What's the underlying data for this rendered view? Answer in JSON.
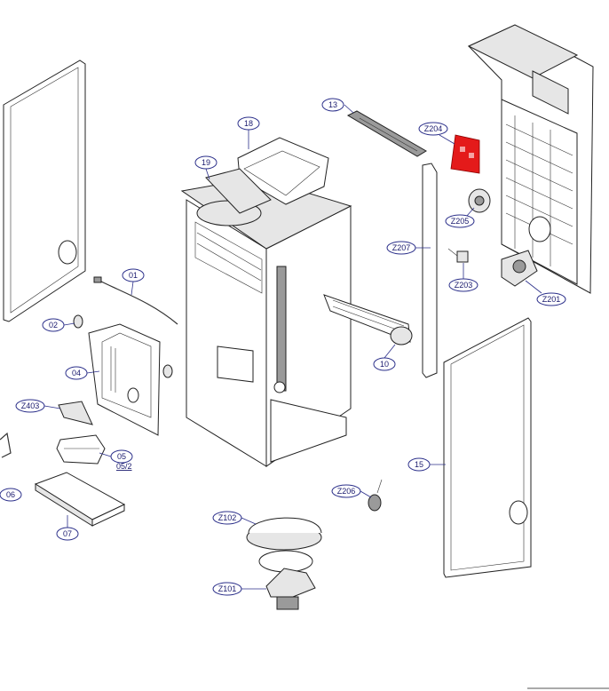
{
  "callouts": {
    "c13": "13",
    "c18": "18",
    "c19": "19",
    "cZ204": "Z204",
    "cZ205": "Z205",
    "cZ207": "Z207",
    "cZ203": "Z203",
    "cZ201": "Z201",
    "c01": "01",
    "c02": "02",
    "c04": "04",
    "cZ403": "Z403",
    "c05": "05",
    "c05_2": "05/2",
    "c06": "06",
    "c07": "07",
    "c10": "10",
    "c15": "15",
    "cZ206": "Z206",
    "cZ102": "Z102",
    "cZ101": "Z101"
  },
  "highlight_color": "#e41a1a",
  "callout_color": "#2b2f8a"
}
